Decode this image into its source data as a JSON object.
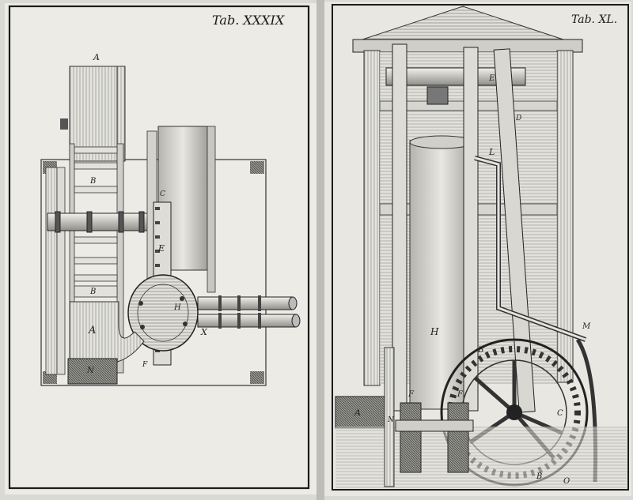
{
  "plates": [
    {
      "title": "Tab. XXXIX",
      "letters": {
        "a": "A",
        "b1": "B",
        "b2": "B",
        "a2": "A",
        "n": "N",
        "e": "E",
        "h": "H",
        "x": "X",
        "c": "C",
        "f": "F"
      }
    },
    {
      "title": "Tab. XL.",
      "letters": {
        "e": "E",
        "l": "L",
        "d": "D",
        "h": "H",
        "b": "B",
        "f1": "F",
        "f2": "F",
        "a": "A",
        "n": "N",
        "c": "C",
        "m": "M",
        "b2": "B",
        "o": "O"
      }
    }
  ],
  "colors": {
    "paper": "#ecebe6",
    "ink": "#1c1c1c",
    "shade": "#a9a9a4"
  }
}
